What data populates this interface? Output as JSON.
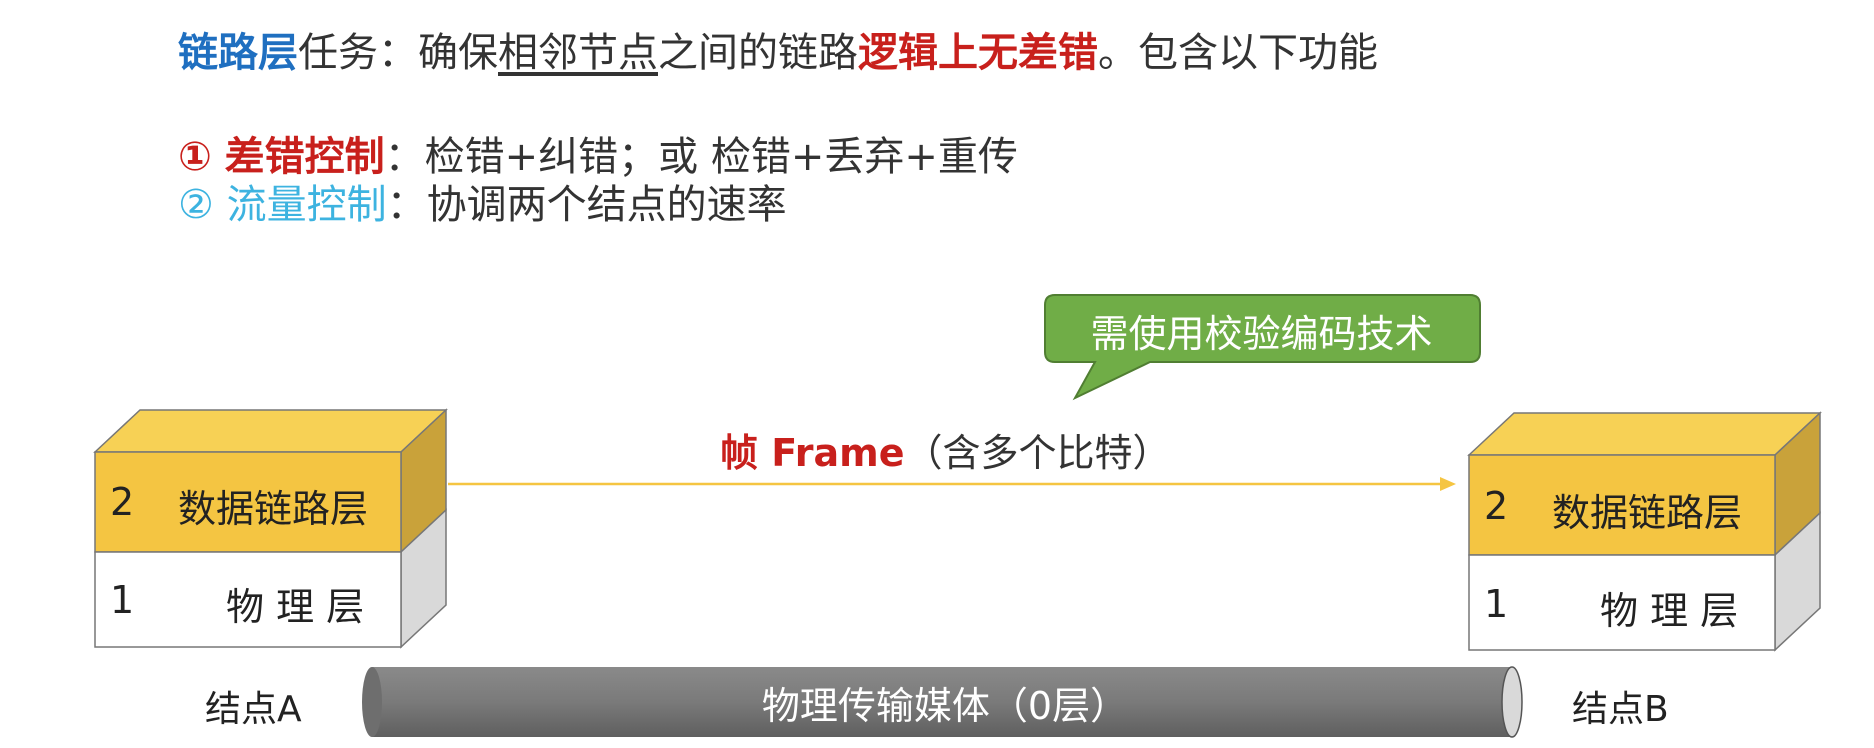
{
  "header": {
    "line1": {
      "layer": "链路层",
      "t1": "任务：确保",
      "underlined": "相邻节点",
      "t2": "之间的链路",
      "red": "逻辑上无差错",
      "t3": "。包含以下功能"
    },
    "line2": {
      "bullet": "①",
      "title": "差错控制",
      "colon": "：",
      "text": "检错+纠错；或 检错+丢弃+重传"
    },
    "line3": {
      "bullet": "②",
      "title": "流量控制",
      "colon": "：",
      "text": "协调两个结点的速率"
    }
  },
  "callout": {
    "text": "需使用校验编码技术",
    "color": "#70ad47"
  },
  "frame": {
    "label_red": "帧 Frame",
    "label_rest": "（含多个比特）",
    "arrow_color": "#f5c542"
  },
  "node_a": {
    "layer2_num": "2",
    "layer2_label": "数据链路层",
    "layer1_num": "1",
    "layer1_label": "物 理 层",
    "name": "结点A"
  },
  "node_b": {
    "layer2_num": "2",
    "layer2_label": "数据链路层",
    "layer1_num": "1",
    "layer1_label": "物 理 层",
    "name": "结点B"
  },
  "medium": {
    "label": "物理传输媒体（0层）",
    "color": "#7f7f7f"
  },
  "colors": {
    "layer2_front": "#f4c542",
    "layer2_top": "#f7d155",
    "layer2_side": "#c9a23a",
    "layer1_side": "#d9d9d9",
    "edge": "#777777"
  }
}
